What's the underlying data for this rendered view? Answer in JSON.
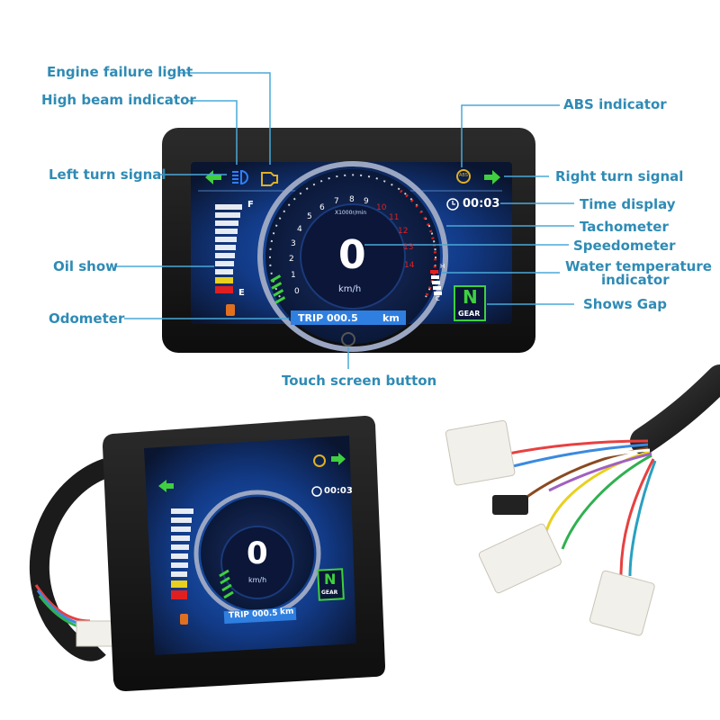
{
  "callouts": {
    "engine_failure_light": "Engine failure light",
    "high_beam_indicator": "High beam indicator",
    "left_turn_signal": "Left turn signal",
    "oil_show": "Oil show",
    "odometer": "Odometer",
    "touch_screen_button": "Touch screen button",
    "abs_indicator": "ABS indicator",
    "right_turn_signal": "Right turn signal",
    "time_display": "Time display",
    "tachometer": "Tachometer",
    "speedometer": "Speedometer",
    "water_temperature_1": "Water temperature",
    "water_temperature_2": "indicator",
    "shows_gap": "Shows Gap"
  },
  "display": {
    "time": "00:03",
    "speed": "0",
    "speed_unit": "km/h",
    "rpm_unit": "X1000r/min",
    "trip_label": "TRIP 000.5",
    "trip_unit": "km",
    "gear": "N",
    "gear_label": "GEAR",
    "fuel_full": "F",
    "fuel_empty": "E",
    "temp_hot": "H",
    "temp_cold": "C",
    "abs": "ABS",
    "tach_ticks": [
      "0",
      "1",
      "2",
      "3",
      "4",
      "5",
      "6",
      "7",
      "8",
      "9",
      "10",
      "11",
      "12",
      "13",
      "14"
    ]
  },
  "colors": {
    "callout_text": "#2f8bb5",
    "callout_line": "#4aa8d8",
    "indicator_green": "#3fcf3f",
    "indicator_blue": "#2f7fff",
    "indicator_amber": "#e0b020",
    "screen_dark": "#0a1530",
    "screen_blue": "#1d5fc4",
    "redline": "#e02020"
  }
}
